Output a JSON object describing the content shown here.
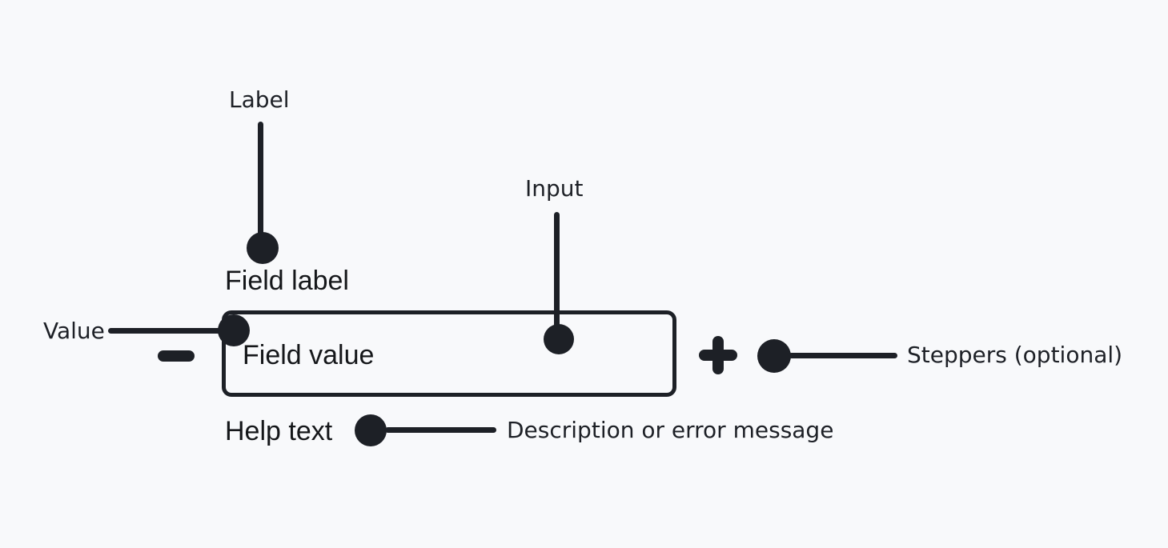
{
  "colors": {
    "background": "#f8f9fb",
    "ink": "#1d2026",
    "component_text": "#15171a"
  },
  "component": {
    "field_label": "Field label",
    "field_value": "Field value",
    "help_text": "Help text",
    "stepper_decrement_icon": "minus-icon",
    "stepper_increment_icon": "plus-icon"
  },
  "callouts": {
    "label": {
      "text": "Label",
      "target": "field-label"
    },
    "input": {
      "text": "Input",
      "target": "input-area"
    },
    "value": {
      "text": "Value",
      "target": "field-value"
    },
    "steppers": {
      "text": "Steppers (optional)",
      "target": "stepper-buttons"
    },
    "help": {
      "text": "Description or error message",
      "target": "help-text"
    }
  }
}
